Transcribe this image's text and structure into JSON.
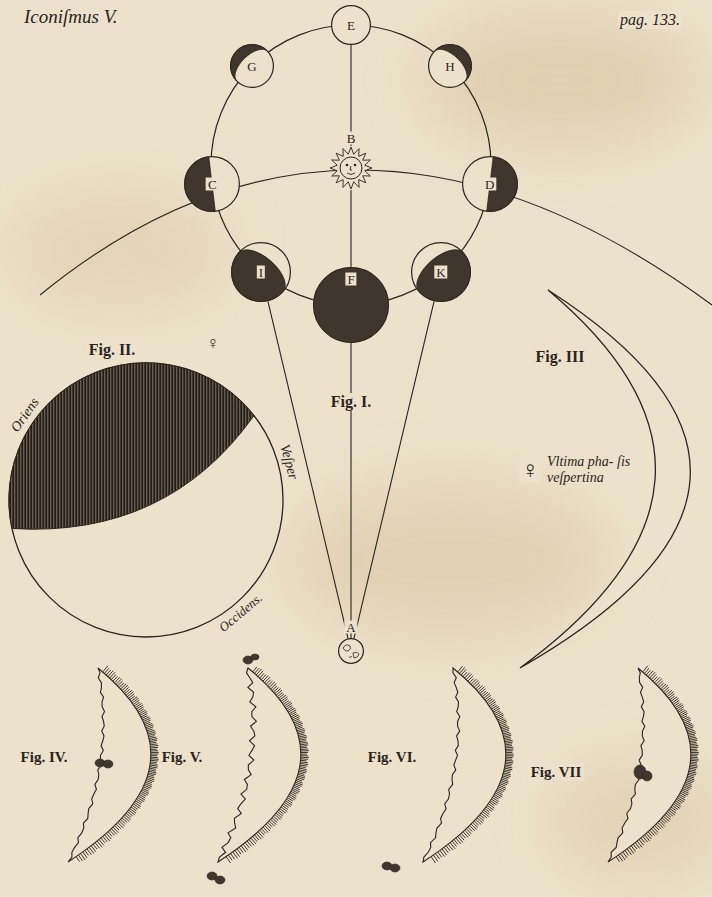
{
  "diagram": {
    "title": "Iconiſmus V.",
    "nodes": [
      {
        "text": [
          "E"
        ]
      },
      {
        "text": [
          "G"
        ]
      },
      {
        "text": [
          "H"
        ]
      },
      {
        "text": [
          "B"
        ]
      },
      {
        "text": [
          "C"
        ]
      },
      {
        "text": [
          "D"
        ]
      },
      {
        "text": [
          "I"
        ]
      },
      {
        "text": [
          "F"
        ]
      },
      {
        "text": [
          "K"
        ]
      },
      {
        "text": [
          "A"
        ]
      }
    ],
    "edges": [
      {
        "from": 0,
        "to": 3,
        "arrow": "none"
      },
      {
        "from": 3,
        "to": 7,
        "arrow": "none"
      },
      {
        "from": 9,
        "to": 6,
        "arrow": "none"
      },
      {
        "from": 9,
        "to": 7,
        "arrow": "none"
      },
      {
        "from": 9,
        "to": 8,
        "arrow": "none"
      }
    ],
    "labels": [
      "pag. 133.",
      "Fig. I.",
      "Fig. II.",
      "♀",
      "Oriens",
      "Veſper",
      "Occidens.",
      "Fig. III",
      "♀",
      "Vltima pha- ſis veſpertina",
      "Fig. IV.",
      "Fig. V.",
      "Fig. VI.",
      "Fig. VII"
    ]
  }
}
